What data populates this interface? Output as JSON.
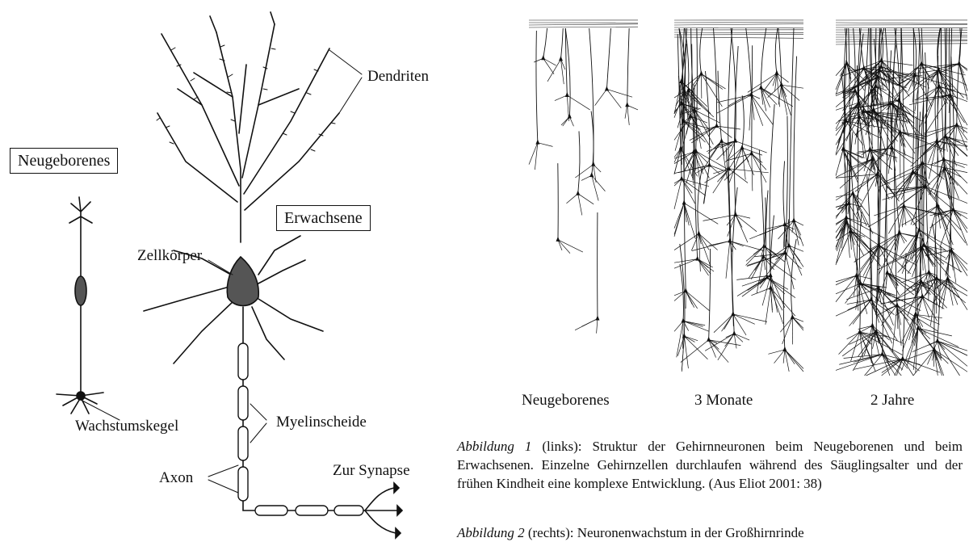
{
  "left_figure": {
    "label_newborn": "Neugeborenes",
    "label_adult": "Erwachsene",
    "label_dendrites": "Dendriten",
    "label_cell_body": "Zellkörper",
    "label_growth_cone": "Wachstumskegel",
    "label_myelin": "Myelinscheide",
    "label_axon": "Axon",
    "label_synapse": "Zur Synapse"
  },
  "right_figure": {
    "panels": [
      {
        "label": "Neugeborenes"
      },
      {
        "label": "3 Monate"
      },
      {
        "label": "2 Jahre"
      }
    ]
  },
  "captions": {
    "fig1_title": "Abbildung 1",
    "fig1_text": " (links): Struktur der Gehirnneuronen beim Neugeborenen und beim Erwachsenen. Einzelne Gehirnzellen durchlaufen während des Säuglingsalter und der frühen Kindheit eine komplexe Entwicklung. (Aus Eliot 2001: 38)",
    "fig2_title": "Abbildung 2",
    "fig2_text": " (rechts): Neuronenwachstum in der Großhirnrinde"
  }
}
